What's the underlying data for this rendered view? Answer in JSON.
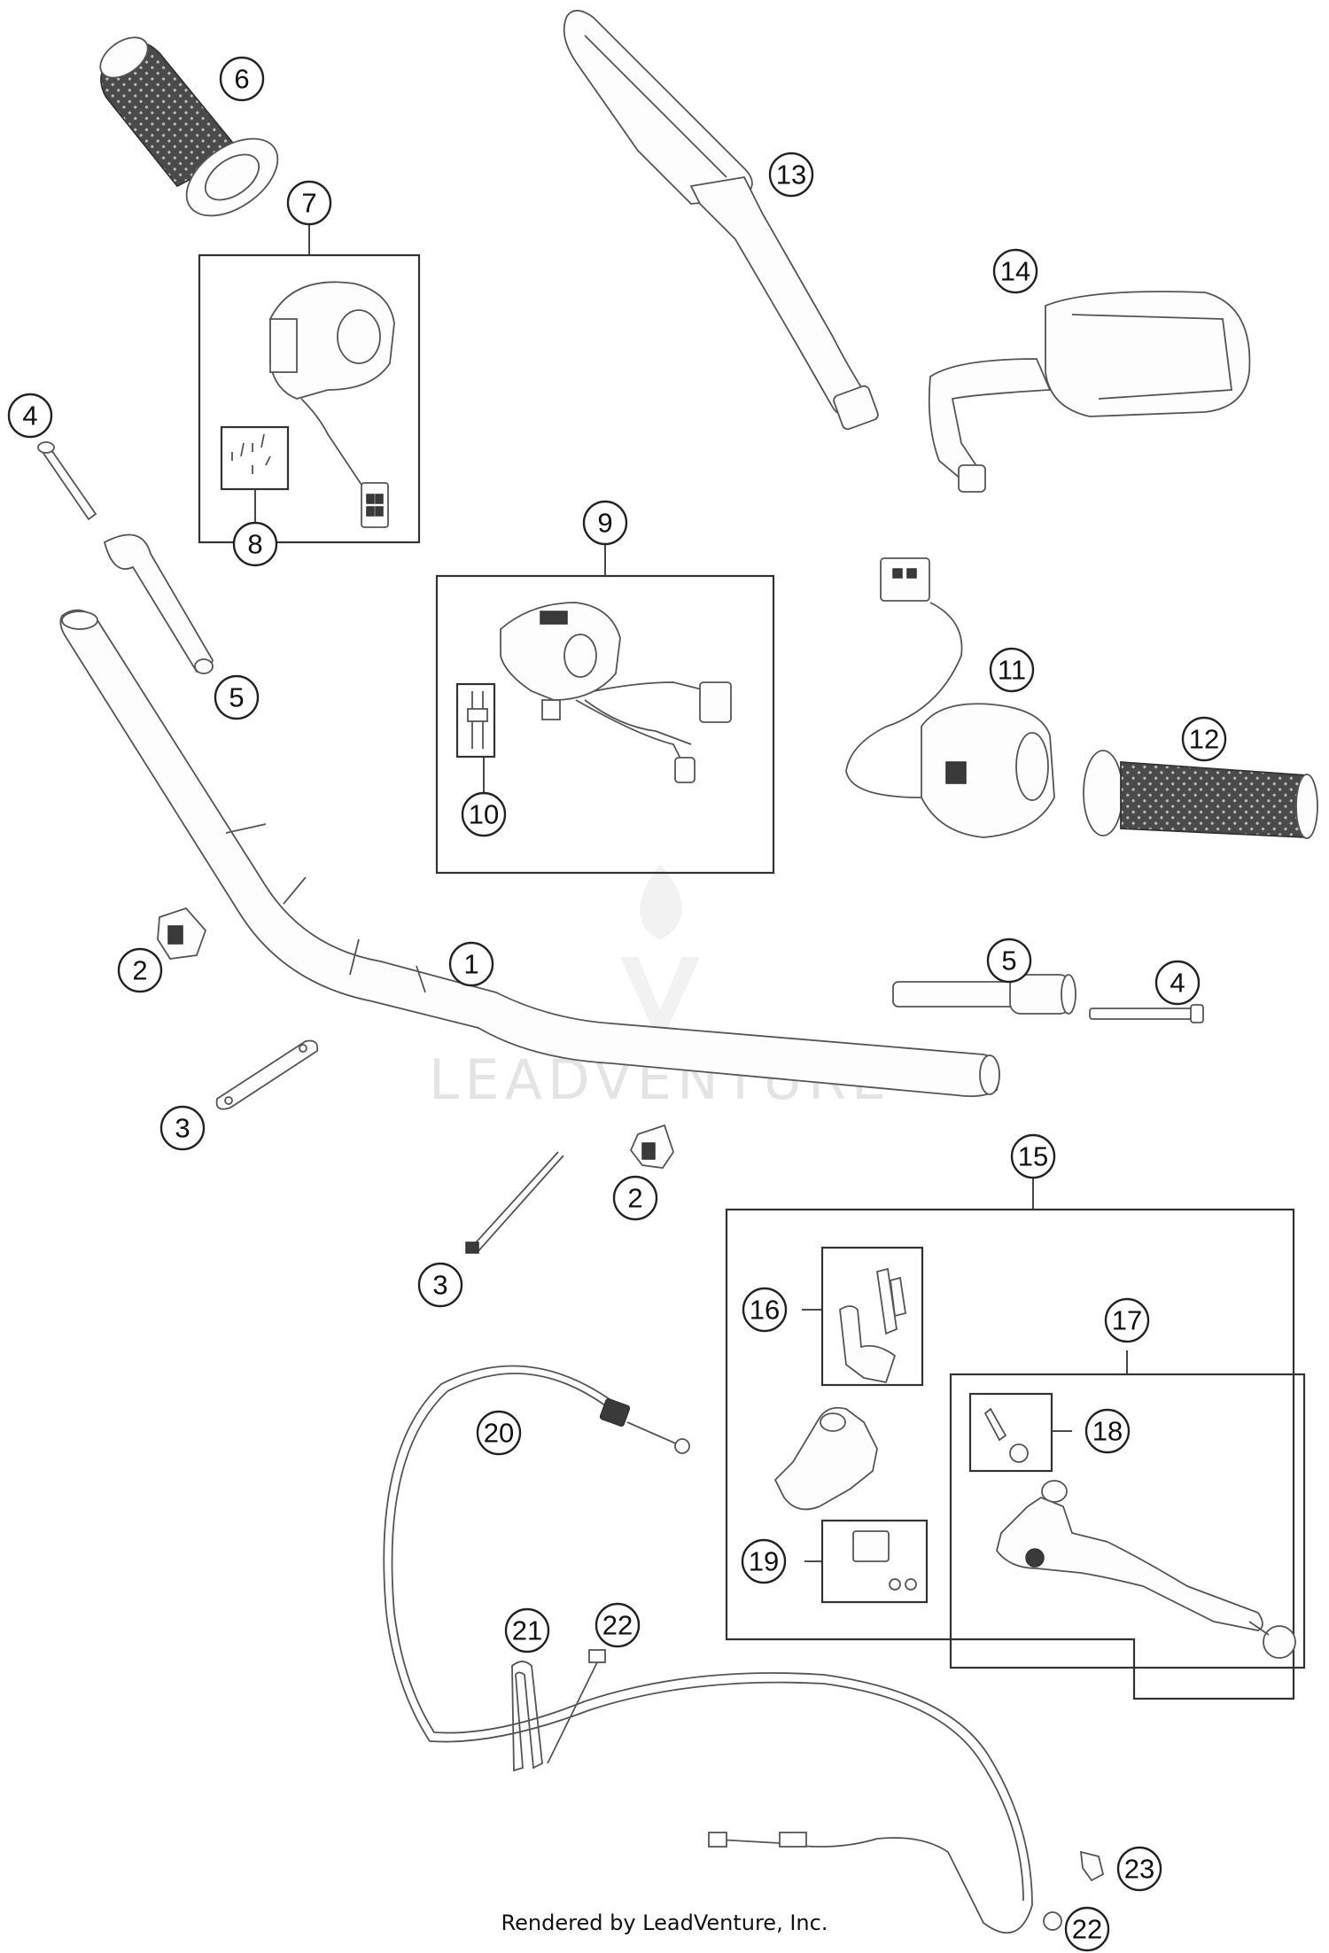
{
  "watermark": {
    "brand": "LEADVENTURE"
  },
  "footer": {
    "credit": "Rendered by LeadVenture, Inc."
  },
  "callouts": [
    {
      "id": "c1",
      "label": "1"
    },
    {
      "id": "c2a",
      "label": "2"
    },
    {
      "id": "c2b",
      "label": "2"
    },
    {
      "id": "c3a",
      "label": "3"
    },
    {
      "id": "c3b",
      "label": "3"
    },
    {
      "id": "c4a",
      "label": "4"
    },
    {
      "id": "c4b",
      "label": "4"
    },
    {
      "id": "c5a",
      "label": "5"
    },
    {
      "id": "c5b",
      "label": "5"
    },
    {
      "id": "c6",
      "label": "6"
    },
    {
      "id": "c7",
      "label": "7"
    },
    {
      "id": "c8",
      "label": "8"
    },
    {
      "id": "c9",
      "label": "9"
    },
    {
      "id": "c10",
      "label": "10"
    },
    {
      "id": "c11",
      "label": "11"
    },
    {
      "id": "c12",
      "label": "12"
    },
    {
      "id": "c13",
      "label": "13"
    },
    {
      "id": "c14",
      "label": "14"
    },
    {
      "id": "c15",
      "label": "15"
    },
    {
      "id": "c16",
      "label": "16"
    },
    {
      "id": "c17",
      "label": "17"
    },
    {
      "id": "c18",
      "label": "18"
    },
    {
      "id": "c19",
      "label": "19"
    },
    {
      "id": "c20",
      "label": "20"
    },
    {
      "id": "c21",
      "label": "21"
    },
    {
      "id": "c22a",
      "label": "22"
    },
    {
      "id": "c22b",
      "label": "22"
    },
    {
      "id": "c23",
      "label": "23"
    }
  ]
}
